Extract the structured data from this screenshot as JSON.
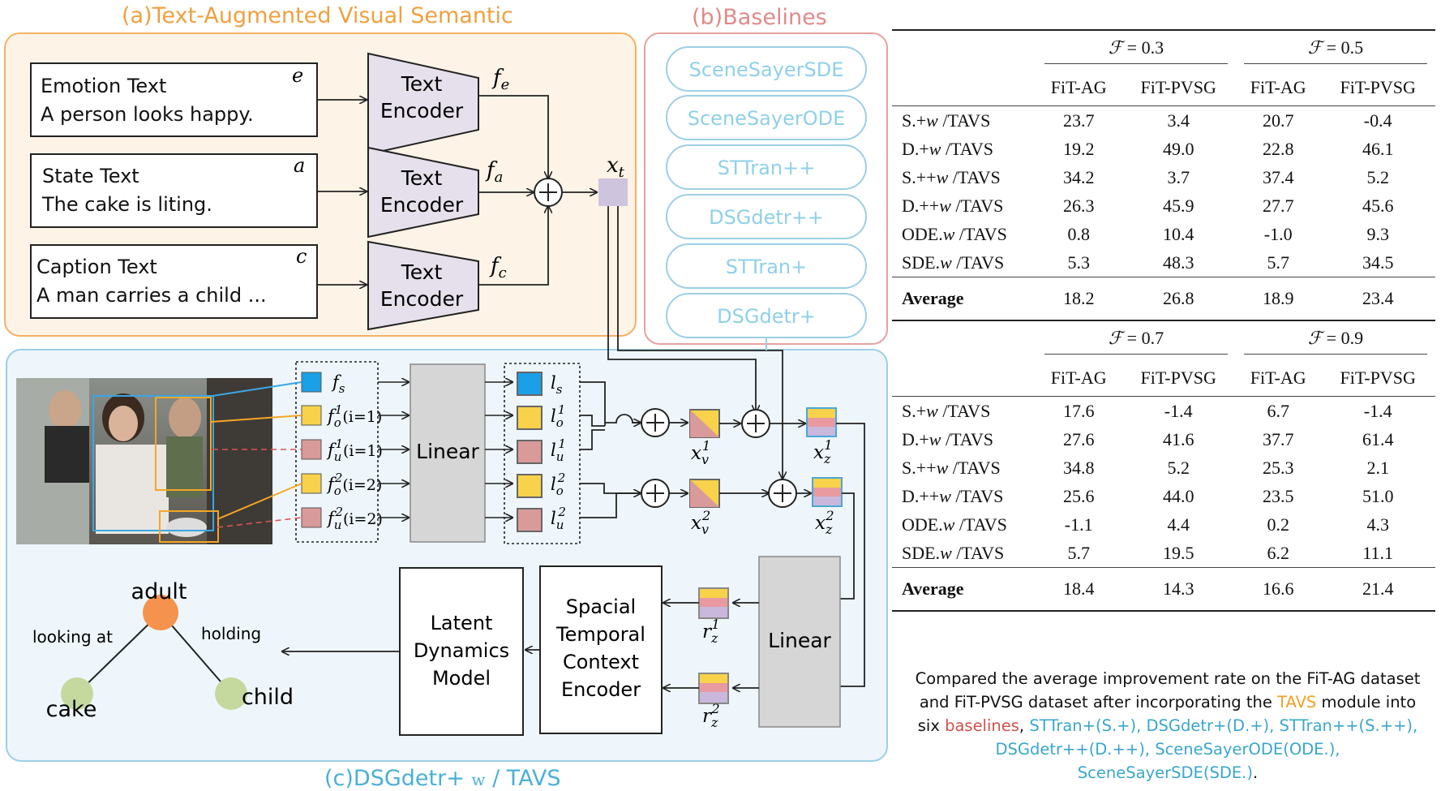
{
  "panels": {
    "a_title": "(a)Text-Augmented Visual Semantic",
    "b_title": "(b)Baselines",
    "c_title_part1": "(c)DSGdetr+ ",
    "c_title_w": "w",
    "c_title_part2": " / TAVS"
  },
  "text_inputs": [
    {
      "heading": "Emotion Text",
      "body": "A person looks happy.",
      "symbol": "e",
      "feature": "f",
      "feature_sub": "e"
    },
    {
      "heading": "State Text",
      "body": "The cake is liting.",
      "symbol": "a",
      "feature": "f",
      "feature_sub": "a"
    },
    {
      "heading": "Caption Text",
      "body": "A man carries a child ...",
      "symbol": "c",
      "feature": "f",
      "feature_sub": "c"
    }
  ],
  "encoder_label_line1": "Text",
  "encoder_label_line2": "Encoder",
  "xt_label": "x",
  "xt_sub": "t",
  "baselines": [
    "SceneSayerSDE",
    "SceneSayerODE",
    "STTran++",
    "DSGdetr++",
    "STTran+",
    "DSGdetr+"
  ],
  "features": [
    {
      "f": "f",
      "sub": "s",
      "sup": "",
      "note": "",
      "color": "#1aa0e6"
    },
    {
      "f": "f",
      "sub": "o",
      "sup": "1",
      "note": "(i=1)",
      "color": "#f7d24a"
    },
    {
      "f": "f",
      "sub": "u",
      "sup": "1",
      "note": "(i=1)",
      "color": "#d99a9a"
    },
    {
      "f": "f",
      "sub": "o",
      "sup": "2",
      "note": "(i=2)",
      "color": "#f7d24a"
    },
    {
      "f": "f",
      "sub": "u",
      "sup": "2",
      "note": "(i=2)",
      "color": "#d99a9a"
    }
  ],
  "l_labels": [
    {
      "l": "l",
      "sub": "s",
      "sup": ""
    },
    {
      "l": "l",
      "sub": "o",
      "sup": "1"
    },
    {
      "l": "l",
      "sub": "u",
      "sup": "1"
    },
    {
      "l": "l",
      "sub": "o",
      "sup": "2"
    },
    {
      "l": "l",
      "sub": "u",
      "sup": "2"
    }
  ],
  "linear_label": "Linear",
  "xv": [
    {
      "x": "x",
      "sub": "v",
      "sup": "1"
    },
    {
      "x": "x",
      "sub": "v",
      "sup": "2"
    }
  ],
  "xz": [
    {
      "x": "x",
      "sub": "z",
      "sup": "1"
    },
    {
      "x": "x",
      "sub": "z",
      "sup": "2"
    }
  ],
  "rz": [
    {
      "r": "r",
      "sub": "z",
      "sup": "1"
    },
    {
      "r": "r",
      "sub": "z",
      "sup": "2"
    }
  ],
  "encoder_box": [
    "Spacial",
    "Temporal",
    "Context",
    "Encoder"
  ],
  "ldm_box": [
    "Latent",
    "Dynamics",
    "Model"
  ],
  "graph": {
    "nodes": {
      "adult": "adult",
      "cake": "cake",
      "child": "child"
    },
    "edges": {
      "left": "looking at",
      "right": "holding"
    }
  },
  "colors": {
    "panel_a_fill": "#fdf3e6",
    "panel_a_border": "#f5b065",
    "panel_b_border": "#e8a0a0",
    "panel_c_fill": "#eef6fb",
    "panel_c_border": "#9ccfe6",
    "title_a": "#f0a040",
    "title_b": "#e08a8a",
    "title_c": "#4ab0d8",
    "encoder_fill": "#e6e0ec",
    "linear_fill": "#d6d6d6",
    "node_orange": "#f5924e",
    "node_green": "#c5d89e",
    "pill_text": "#8fd0e8"
  },
  "table": {
    "header_top": [
      {
        "sym": "ℱ",
        "val": " = 0.3"
      },
      {
        "sym": "ℱ",
        "val": " = 0.5"
      }
    ],
    "header_bottom": [
      {
        "sym": "ℱ",
        "val": " = 0.7"
      },
      {
        "sym": "ℱ",
        "val": " = 0.9"
      }
    ],
    "columns": [
      "FiT-AG",
      "FiT-PVSG",
      "FiT-AG",
      "FiT-PVSG"
    ],
    "top_rows": [
      {
        "name": "S.+",
        "w": "w",
        "rest": " /TAVS",
        "values": [
          "23.7",
          "3.4",
          "20.7",
          "-0.4"
        ]
      },
      {
        "name": "D.+",
        "w": "w",
        "rest": " /TAVS",
        "values": [
          "19.2",
          "49.0",
          "22.8",
          "46.1"
        ]
      },
      {
        "name": "S.++",
        "w": "w",
        "rest": " /TAVS",
        "values": [
          "34.2",
          "3.7",
          "37.4",
          "5.2"
        ]
      },
      {
        "name": "D.++",
        "w": "w",
        "rest": " /TAVS",
        "values": [
          "26.3",
          "45.9",
          "27.7",
          "45.6"
        ]
      },
      {
        "name": "ODE.",
        "w": "w",
        "rest": " /TAVS",
        "values": [
          "0.8",
          "10.4",
          "-1.0",
          "9.3"
        ]
      },
      {
        "name": "SDE.",
        "w": "w",
        "rest": " /TAVS",
        "values": [
          "5.3",
          "48.3",
          "5.7",
          "34.5"
        ]
      }
    ],
    "top_avg": {
      "label": "Average",
      "values": [
        "18.2",
        "26.8",
        "18.9",
        "23.4"
      ]
    },
    "bottom_rows": [
      {
        "name": "S.+",
        "w": "w",
        "rest": " /TAVS",
        "values": [
          "17.6",
          "-1.4",
          "6.7",
          "-1.4"
        ]
      },
      {
        "name": "D.+",
        "w": "w",
        "rest": " /TAVS",
        "values": [
          "27.6",
          "41.6",
          "37.7",
          "61.4"
        ]
      },
      {
        "name": "S.++",
        "w": "w",
        "rest": " /TAVS",
        "values": [
          "34.8",
          "5.2",
          "25.3",
          "2.1"
        ]
      },
      {
        "name": "D.++",
        "w": "w",
        "rest": " /TAVS",
        "values": [
          "25.6",
          "44.0",
          "23.5",
          "51.0"
        ]
      },
      {
        "name": "ODE.",
        "w": "w",
        "rest": " /TAVS",
        "values": [
          "-1.1",
          "4.4",
          "0.2",
          "4.3"
        ]
      },
      {
        "name": "SDE.",
        "w": "w",
        "rest": " /TAVS",
        "values": [
          "5.7",
          "19.5",
          "6.2",
          "11.1"
        ]
      }
    ],
    "bottom_avg": {
      "label": "Average",
      "values": [
        "18.4",
        "14.3",
        "16.6",
        "21.4"
      ]
    }
  },
  "caption": {
    "p1": "Compared the average improvement rate on the FiT-AG dataset and FiT-PVSG dataset after incorporating the ",
    "tavs": "TAVS",
    "p2": " module into six ",
    "baselines": "baselines",
    "p3": ", ",
    "models": "STTran+(S.+), DSGdetr+(D.+), STTran++(S.++), DSGdetr++(D.++), SceneSayerODE(ODE.), SceneSayerSDE(SDE.)",
    "p4": "."
  }
}
